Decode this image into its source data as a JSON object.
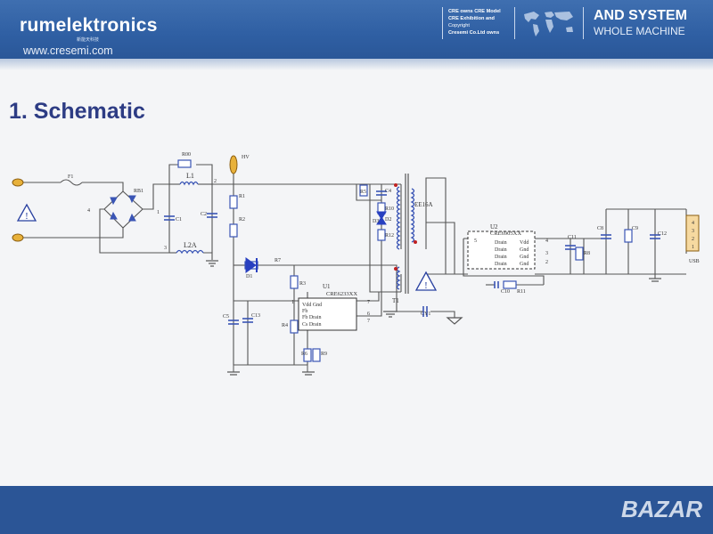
{
  "header": {
    "brand": "rumelektronics",
    "brand_sub": "新能天科技",
    "website": "www.cresemi.com",
    "notes": [
      "CRE owns CRE Model",
      "CRE Exhibition and",
      "Copyright",
      "Cresemi Co.Ltd owns"
    ],
    "tagline_line1": "AND SYSTEM",
    "tagline_line2": "WHOLE MACHINE"
  },
  "slide": {
    "title": "1. Schematic"
  },
  "schematic": {
    "labels": {
      "f1": "F1",
      "r00": "R00",
      "rb": "RB1",
      "l1": "L1",
      "l2a": "L2A",
      "c1": "C1",
      "c2": "C2",
      "r1": "R1",
      "r2": "R2",
      "r3": "R3",
      "r4": "R4",
      "r5": "R5",
      "r6": "R6",
      "r7": "R7",
      "r8": "R8",
      "r9": "R9",
      "r10": "R10",
      "r11": "R11",
      "r12": "R12",
      "c4": "C4",
      "c5": "C5",
      "c8": "C8",
      "c9": "C9",
      "c10": "C10",
      "c11": "C11",
      "c12": "C12",
      "c13": "C13",
      "cy1": "CY1",
      "d1": "D1",
      "d2": "D2",
      "d3": "D3",
      "t1": "T1",
      "ee16a": "EE16A",
      "hv": "HV",
      "usb": "USB",
      "u1": "U1",
      "u1_part": "CRE6233XX",
      "u1_pins": [
        "Vdd Gnd",
        "Fb",
        "Fb Drain",
        "Cs Drain"
      ],
      "u1_nums": [
        "1",
        "7",
        "6",
        "7"
      ],
      "u2": "U2",
      "u2_part": "CRE6905XX",
      "u2_left": [
        "Drain",
        "Drain",
        "Drain",
        "Drain"
      ],
      "u2_right": [
        "Vdd",
        "Gnd",
        "Gnd",
        "Gnd"
      ],
      "u2_nums": [
        "5",
        "4",
        "3",
        "2"
      ],
      "usb_pins": [
        "4",
        "3",
        "2",
        "1"
      ],
      "node_1": "1",
      "node_2": "2",
      "node_3": "3",
      "node_4": "4"
    }
  },
  "footer": {
    "watermark": "BAZAR"
  },
  "colors": {
    "header_blue": "#2f5fa3",
    "title_navy": "#2d3c84",
    "wire": "#555555",
    "component": "#3a55b5"
  }
}
